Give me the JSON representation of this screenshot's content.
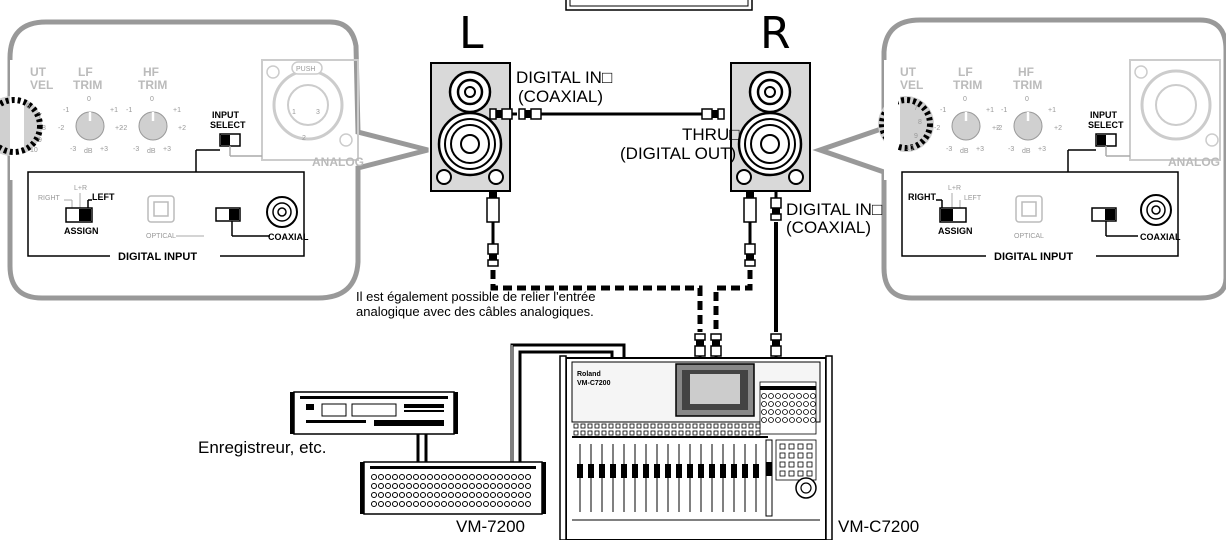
{
  "speakers": {
    "left_label": "L",
    "right_label": "R"
  },
  "labels": {
    "digital_in_left_1": "DIGITAL IN□",
    "digital_in_left_2": "(COAXIAL)",
    "thru_1": "THRU□",
    "thru_2": "(DIGITAL OUT)",
    "digital_in_right_1": "DIGITAL IN□",
    "digital_in_right_2": "(COAXIAL)",
    "note_1": "Il est également possible de relier l'entrée",
    "note_2": "analogique avec des câbles analogiques.",
    "recorder": "Enregistreur, etc.",
    "vm7200": "VM-7200",
    "vmc7200": "VM-C7200"
  },
  "panel_left": {
    "level_partial": "UT\nVEL",
    "lf_trim": "LF\nTRIM",
    "hf_trim": "HF\nTRIM",
    "push": "PUSH",
    "input_select": "INPUT\nSELECT",
    "analog": "ANALOG",
    "assign_right": "RIGHT",
    "assign_lr": "L+R",
    "assign_left": "LEFT",
    "assign": "ASSIGN",
    "optical": "OPTICAL",
    "coaxial": "COAXIAL",
    "digital_input": "DIGITAL  INPUT",
    "db": "dB"
  },
  "panel_right": {
    "level_partial": "UT\nVEL",
    "lf_trim": "LF\nTRIM",
    "hf_trim": "HF\nTRIM",
    "input_select": "INPUT\nSELECT",
    "analog": "ANALOG",
    "assign_right": "RIGHT",
    "assign_lr": "L+R",
    "assign_left": "LEFT",
    "assign": "ASSIGN",
    "optical": "OPTICAL",
    "coaxial": "COAXIAL",
    "digital_input": "DIGITAL  INPUT",
    "db": "dB"
  },
  "console": {
    "brand": "Roland",
    "model": "VM-C7200"
  },
  "colors": {
    "line": "#000000",
    "panel_gray": "#d9d9d9",
    "light_gray": "#bbbbbb"
  }
}
